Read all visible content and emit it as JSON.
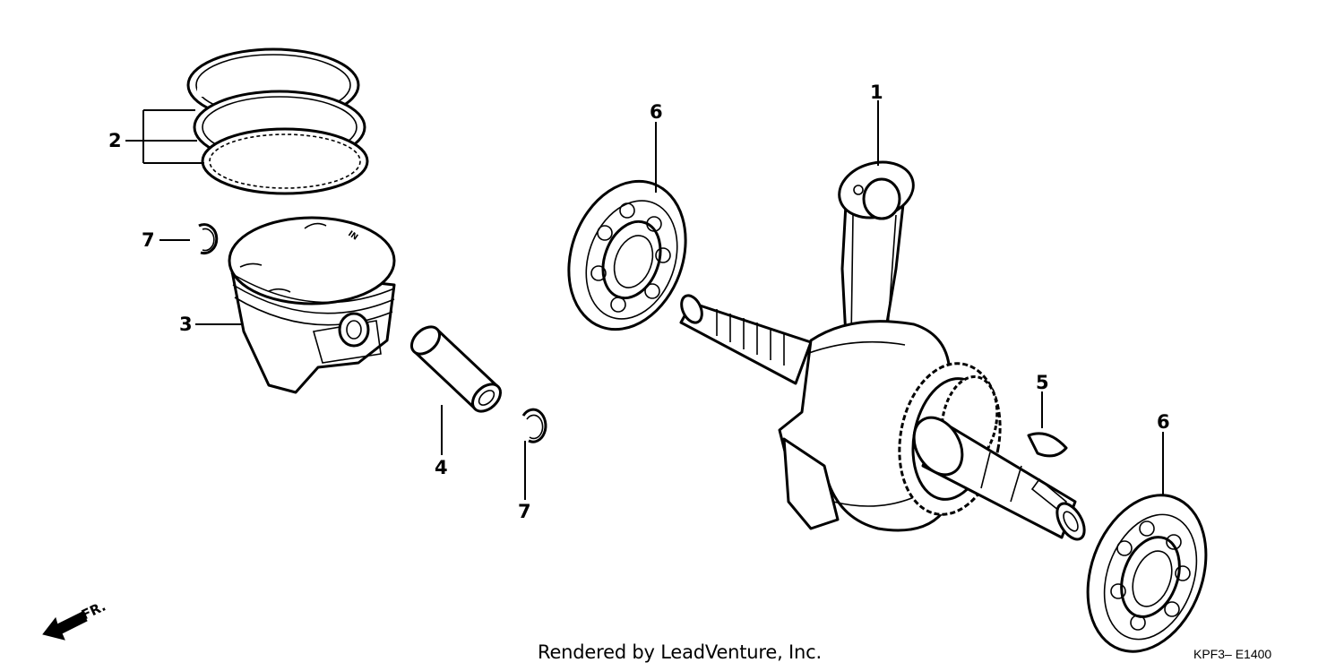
{
  "callouts": {
    "crankshaft": "1",
    "piston_rings": "2",
    "piston": "3",
    "piston_pin": "4",
    "woodruff_key": "5",
    "bearing_left": "6",
    "bearing_right": "6",
    "clip_left": "7",
    "clip_right": "7"
  },
  "direction_label": "FR.",
  "piston_mark": "IN",
  "footer": {
    "credit": "Rendered by LeadVenture, Inc.",
    "diagram_code": "KPF3– E1400"
  }
}
